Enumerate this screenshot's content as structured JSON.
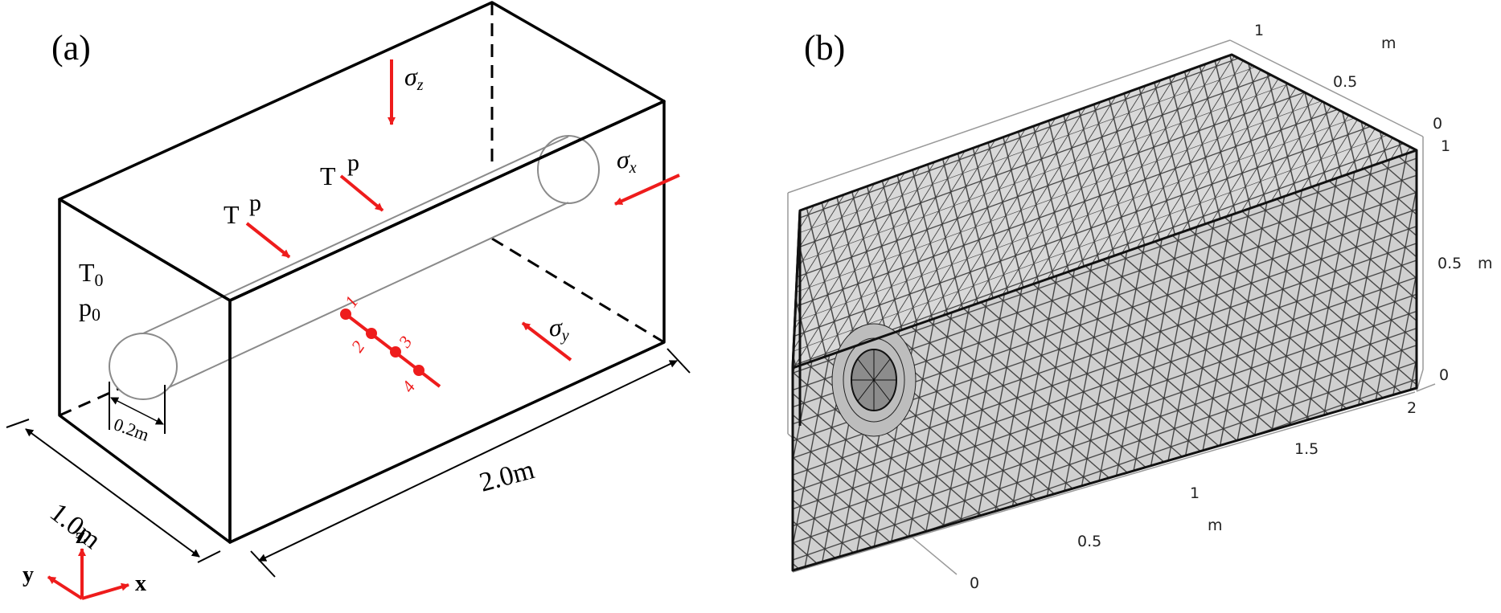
{
  "panel_a": {
    "label": "(a)",
    "dimensions": {
      "width": "1.0m",
      "length": "2.0m",
      "tunnel_diameter": "0.2m"
    },
    "initial_conditions": {
      "temperature": "T",
      "temperature_sub": "0",
      "pressure": "p",
      "pressure_sub": "0"
    },
    "boundary_loads": [
      {
        "temperature": "T",
        "pressure": "p"
      },
      {
        "temperature": "T",
        "pressure": "p"
      }
    ],
    "stresses": [
      {
        "symbol": "σ",
        "sub": "z"
      },
      {
        "symbol": "σ",
        "sub": "x"
      },
      {
        "symbol": "σ",
        "sub": "y"
      }
    ],
    "monitoring_points": [
      "1",
      "2",
      "3",
      "4"
    ],
    "axes": {
      "z": "z",
      "y": "y",
      "x": "x"
    },
    "colors": {
      "annotation": "#ee1c1c",
      "outline": "#000000"
    }
  },
  "panel_b": {
    "label": "(b)",
    "mesh_fill": "#cfcfcf",
    "length_axis": {
      "ticks": [
        "0",
        "0.5",
        "1",
        "1.5",
        "2"
      ],
      "unit": "m"
    },
    "width_axis": {
      "ticks": [
        "0",
        "0.5",
        "1"
      ],
      "unit": "m"
    },
    "height_axis": {
      "ticks": [
        "0",
        "0.5",
        "1"
      ],
      "unit": "m"
    }
  }
}
